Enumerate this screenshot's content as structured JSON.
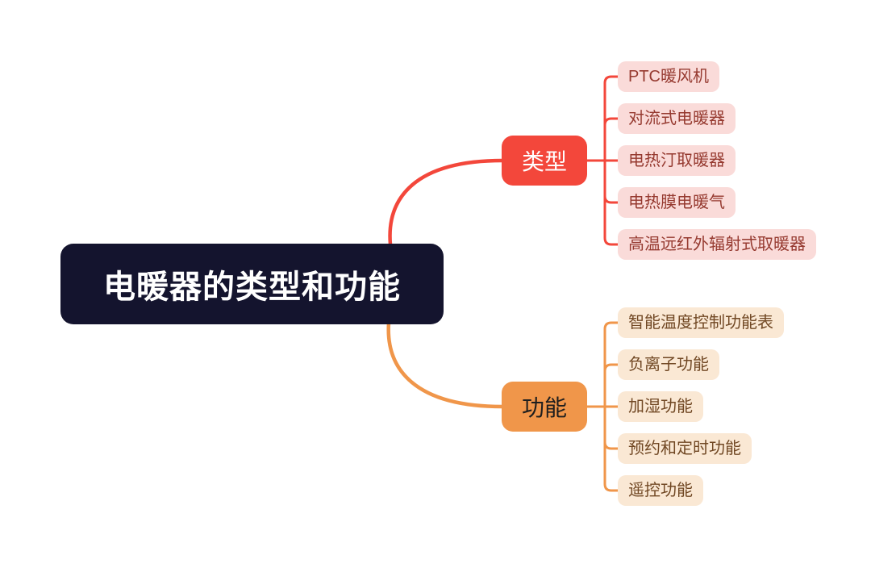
{
  "root": {
    "label": "电暖器的类型和功能"
  },
  "branches": [
    {
      "label": "类型",
      "children": [
        "PTC暖风机",
        "对流式电暖器",
        "电热汀取暖器",
        "电热膜电暖气",
        "高温远红外辐射式取暖器"
      ]
    },
    {
      "label": "功能",
      "children": [
        "智能温度控制功能表",
        "负离子功能",
        "加湿功能",
        "预约和定时功能",
        "遥控功能"
      ]
    }
  ],
  "colors": {
    "canvas_bg": "#ffffff",
    "root_bg": "#14142E",
    "root_text": "#ffffff",
    "types_branch_bg": "#F3473B",
    "types_branch_text": "#ffffff",
    "types_child_bg": "#FADBD9",
    "types_child_text": "#963A30",
    "functions_branch_bg": "#F0964A",
    "functions_branch_text": "#1E1E1E",
    "functions_child_bg": "#FAE8D4",
    "functions_child_text": "#714824"
  }
}
